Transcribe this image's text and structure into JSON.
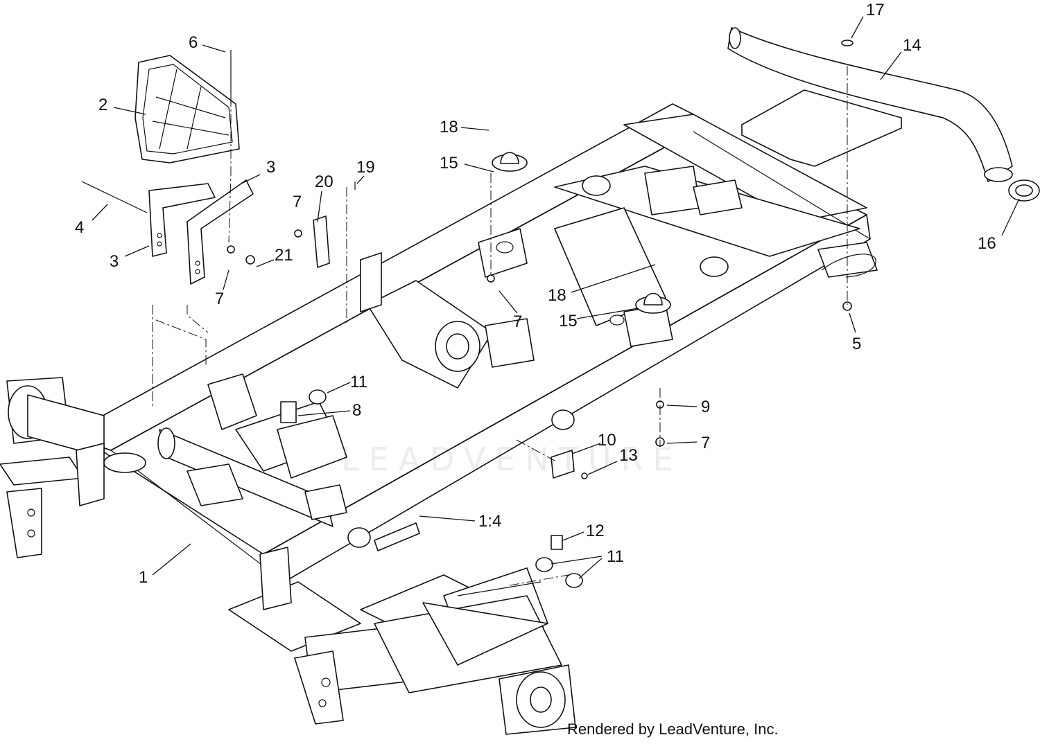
{
  "labels": {
    "l1": "1",
    "l1_4": "1:4",
    "l2": "2",
    "l3a": "3",
    "l3b": "3",
    "l4": "4",
    "l5": "5",
    "l6": "6",
    "l7a": "7",
    "l7b": "7",
    "l7c": "7",
    "l7d": "7",
    "l8": "8",
    "l9": "9",
    "l10": "10",
    "l11a": "11",
    "l11b": "11",
    "l12": "12",
    "l13": "13",
    "l14": "14",
    "l15a": "15",
    "l15b": "15",
    "l16": "16",
    "l17": "17",
    "l18a": "18",
    "l18b": "18",
    "l19": "19",
    "l20": "20",
    "l21": "21"
  },
  "watermark": "LEADVENTURE",
  "credit": "Rendered by LeadVenture, Inc."
}
